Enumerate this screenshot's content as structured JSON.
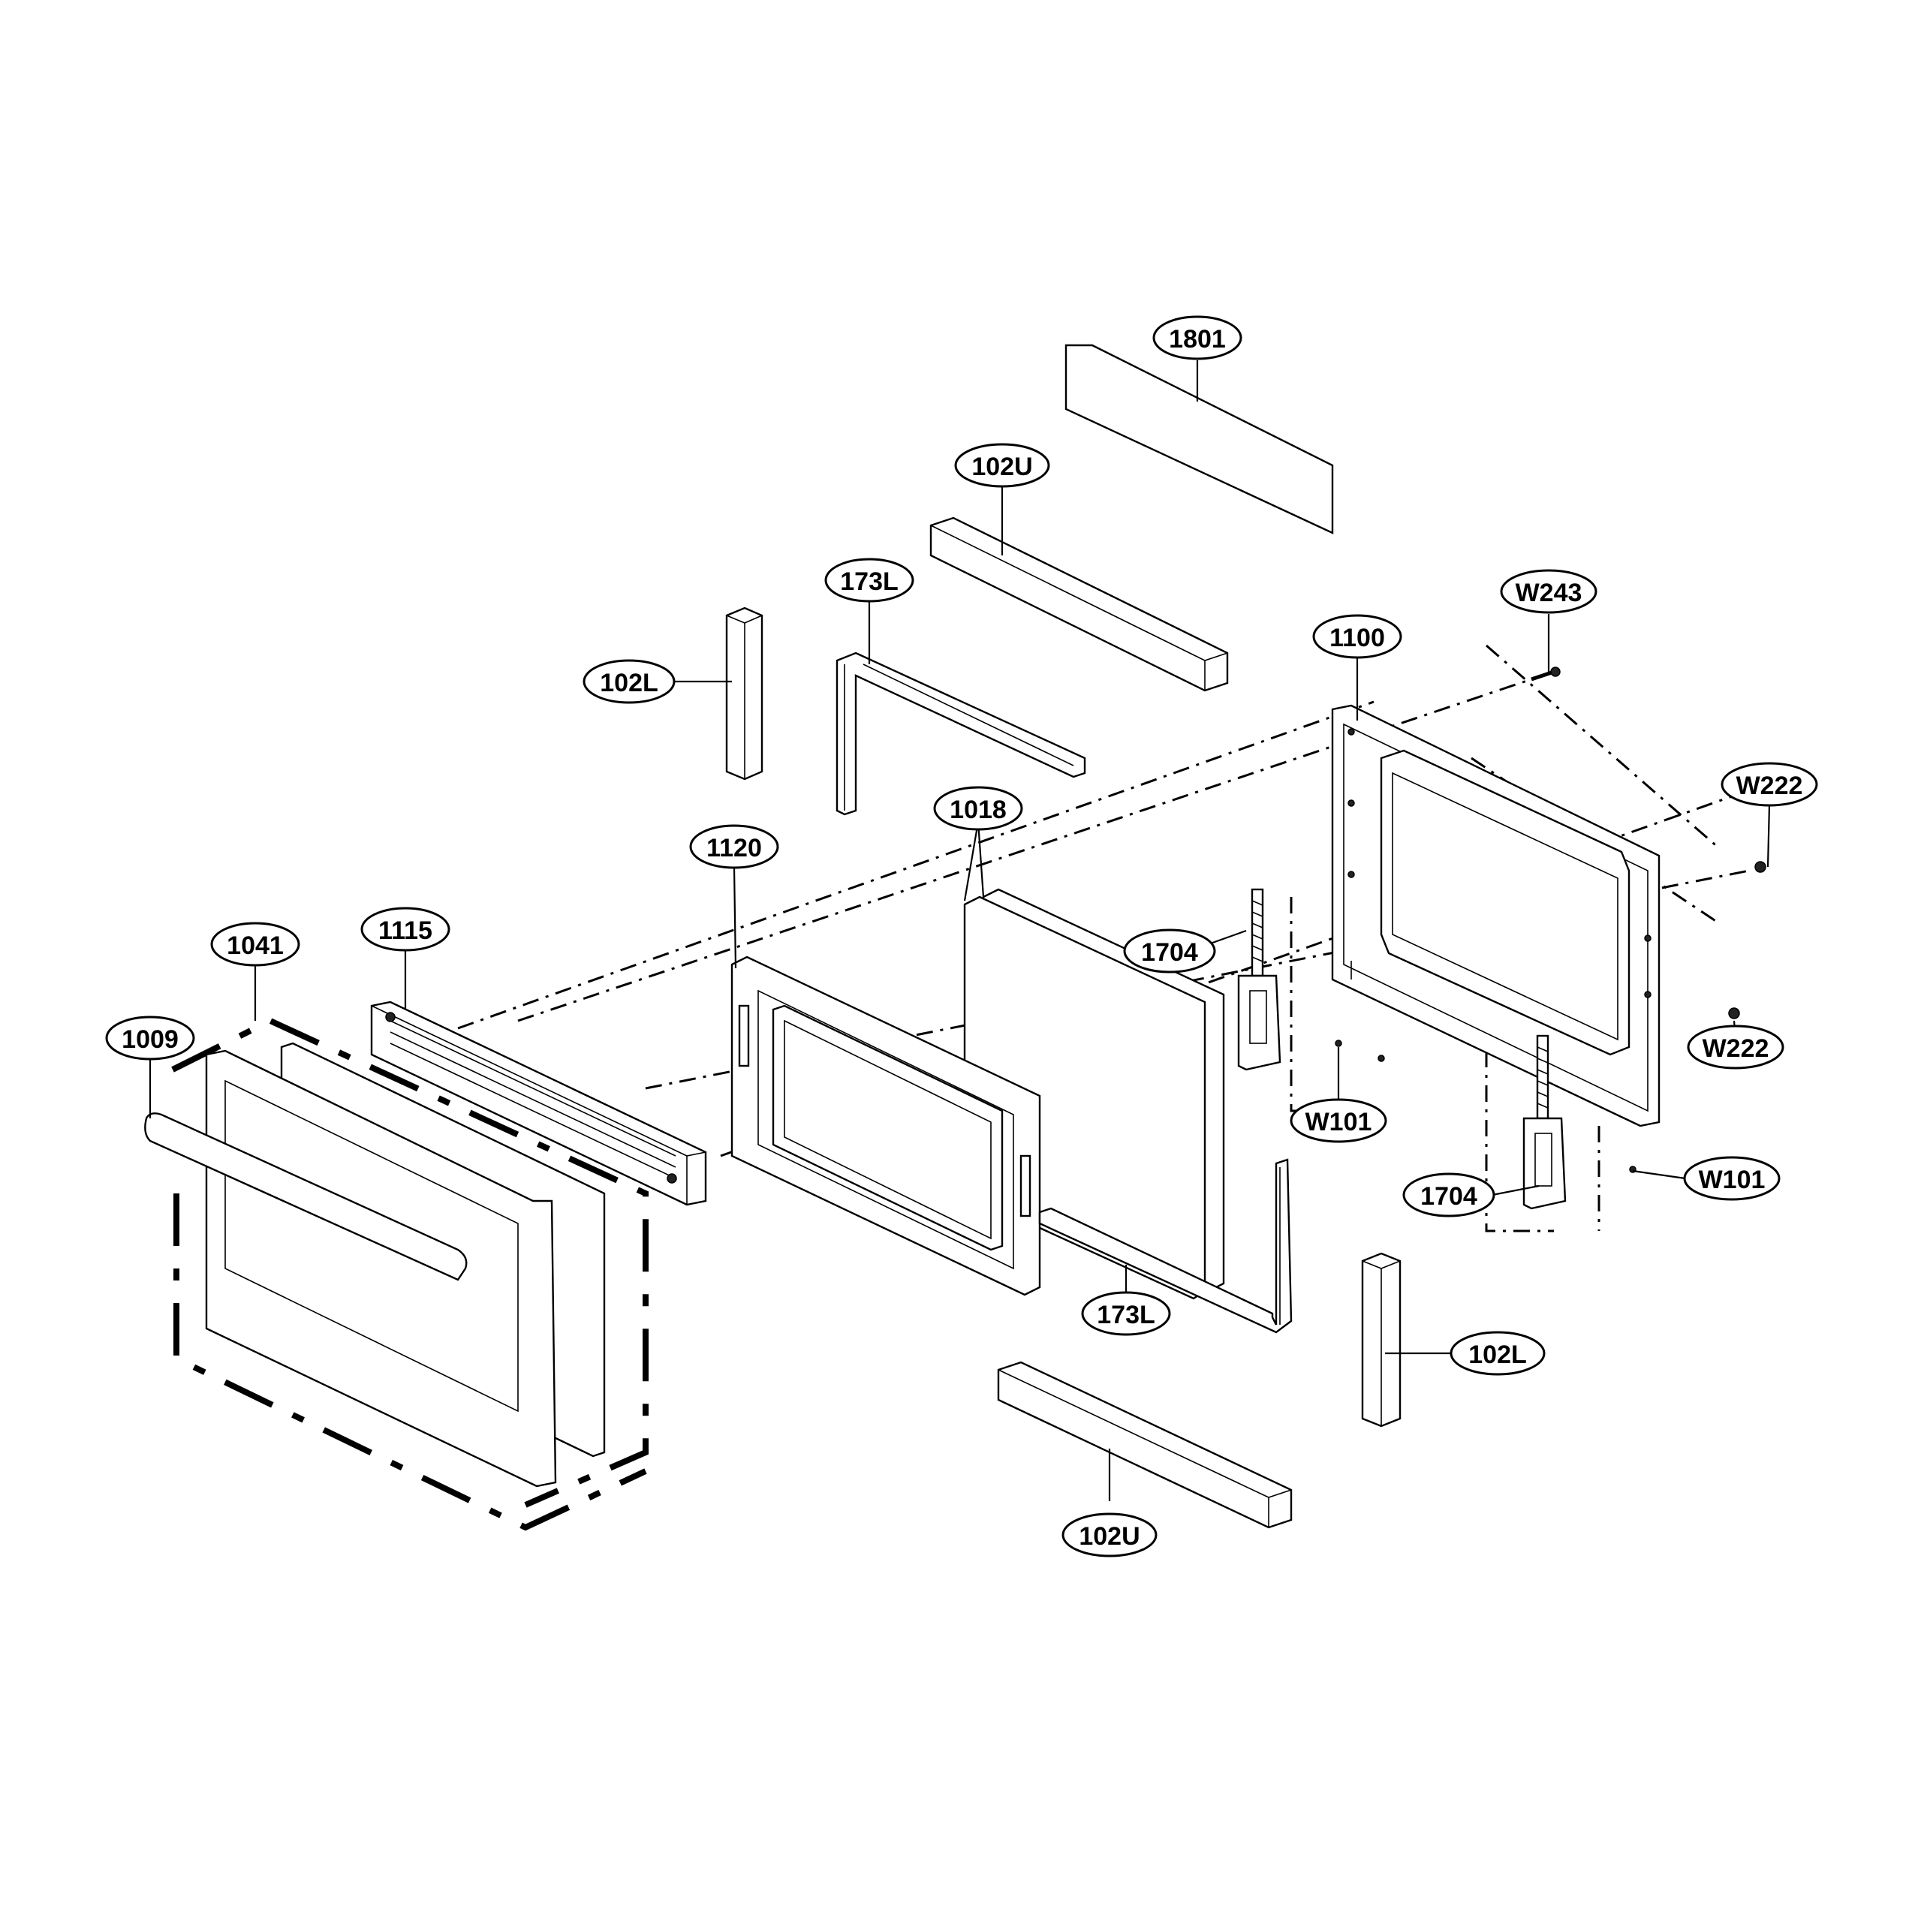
{
  "callouts": [
    {
      "id": "c1801",
      "label": "1801"
    },
    {
      "id": "c102U_top",
      "label": "102U"
    },
    {
      "id": "c173L_top",
      "label": "173L"
    },
    {
      "id": "c102L_top",
      "label": "102L"
    },
    {
      "id": "cW243",
      "label": "W243"
    },
    {
      "id": "c1100",
      "label": "1100"
    },
    {
      "id": "cW222_top",
      "label": "W222"
    },
    {
      "id": "c1018",
      "label": "1018"
    },
    {
      "id": "c1120",
      "label": "1120"
    },
    {
      "id": "c1704_top",
      "label": "1704"
    },
    {
      "id": "c1041",
      "label": "1041"
    },
    {
      "id": "c1115",
      "label": "1115"
    },
    {
      "id": "c1009",
      "label": "1009"
    },
    {
      "id": "cW222_bot",
      "label": "W222"
    },
    {
      "id": "cW101_left",
      "label": "W101"
    },
    {
      "id": "cW101_right",
      "label": "W101"
    },
    {
      "id": "c1704_bot",
      "label": "1704"
    },
    {
      "id": "c173L_bot",
      "label": "173L"
    },
    {
      "id": "c102L_bot",
      "label": "102L"
    },
    {
      "id": "c102U_bot",
      "label": "102U"
    }
  ]
}
